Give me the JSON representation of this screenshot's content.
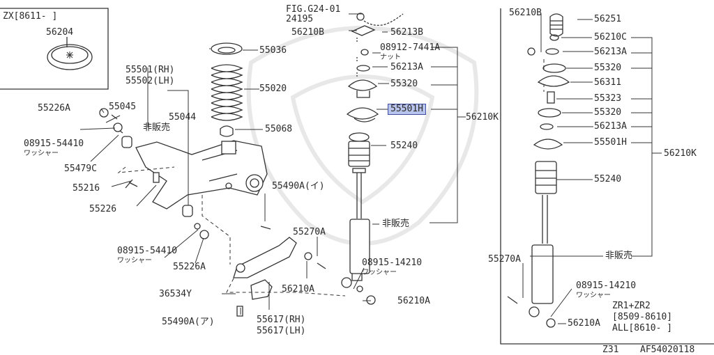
{
  "inset": {
    "header": "ZX[8611-    ]",
    "part": "56204"
  },
  "labels": {
    "fig_ref": "FIG.G24-01",
    "p24195": "24195",
    "p56210b_mid": "56210B",
    "p56213b": "56213B",
    "p08912": "08912-7441A",
    "nut": "ナット",
    "p56213a_mid": "56213A",
    "p55320_mid": "55320",
    "p55501h_mid": "55501H",
    "p56210k_mid": "56210K",
    "p55240_mid": "55240",
    "not_sold_mid": "非販売",
    "p55036": "55036",
    "p55020": "55020",
    "p55068": "55068",
    "p55501_rh": "55501(RH)",
    "p55502_lh": "55502(LH)",
    "p55045": "55045",
    "p55044": "55044",
    "not_sold_left": "非販売",
    "p55226a_top": "55226A",
    "p08915_54410_top": "08915-54410",
    "washer_top": "ワッシャー",
    "p55479c": "55479C",
    "p55216": "55216",
    "p55226": "55226",
    "p08915_54410_bot": "08915-54410",
    "washer_bot": "ワッシャー",
    "p55226a_bot": "55226A",
    "p55490a_i": "55490A(イ)",
    "p55270a_mid": "55270A",
    "p56210a_mid": "56210A",
    "p36534y": "36534Y",
    "p55490a_a": "55490A(ア)",
    "p55617_rh": "55617(RH)",
    "p55617_lh": "55617(LH)",
    "p08915_14210_mid": "08915-14210",
    "washer_mid": "ワッシャー",
    "p56210a_bot": "56210A",
    "p56210b_right": "56210B",
    "p56251": "56251",
    "p56210c": "56210C",
    "p56213a_r1": "56213A",
    "p55320_r1": "55320",
    "p56311": "56311",
    "p55323": "55323",
    "p55320_r2": "55320",
    "p56213a_r2": "56213A",
    "p55501h_right": "55501H",
    "p56210k_right": "56210K",
    "p55240_right": "55240",
    "not_sold_right": "非販売",
    "p55270a_right": "55270A",
    "p08915_14210_right": "08915-14210",
    "washer_right": "ワッシャー",
    "p56210a_right": "56210A",
    "variant_line1": "ZR1+ZR2",
    "variant_line2": "[8509-8610]",
    "variant_line3": "ALL[8610-    ]",
    "footer_model": "Z31",
    "footer_code": "AF54020118"
  }
}
